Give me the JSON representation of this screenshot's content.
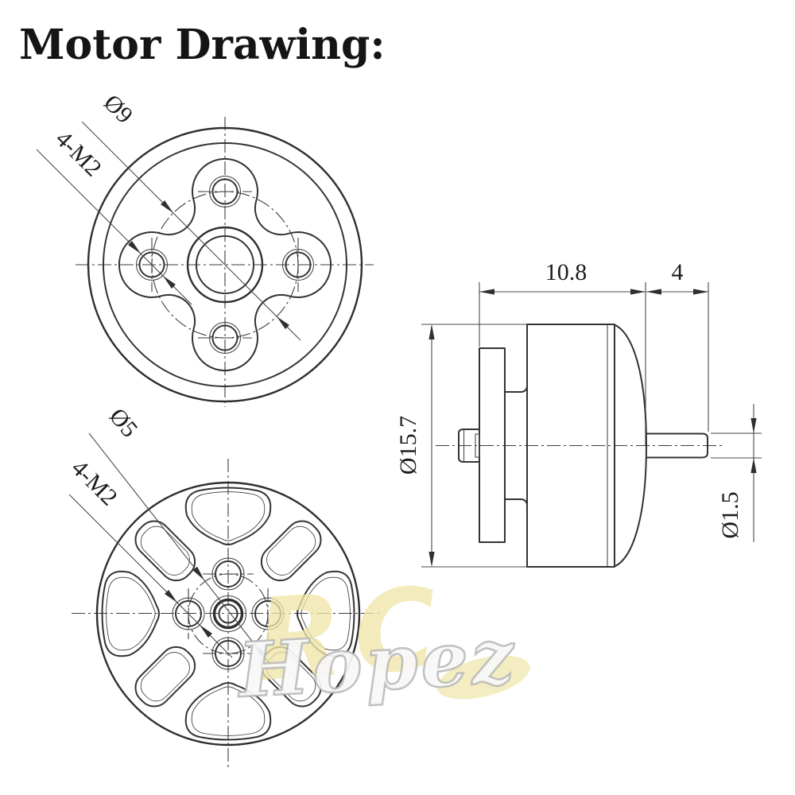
{
  "title": "Motor Drawing:",
  "front_view": {
    "description": "mount-face view with 4 lobed holes",
    "dia_label": "Ø9",
    "holes_label": "4-M2"
  },
  "bottom_view": {
    "description": "bell-face view with 8 spoke cutouts",
    "dia_label": "Ø5",
    "holes_label": "4-M2"
  },
  "side_view": {
    "body_length_label": "10.8",
    "shaft_length_label": "4",
    "body_dia_label": "Ø15.7",
    "shaft_dia_label": "Ø1.5"
  },
  "watermark": {
    "brand_prefix": "RC",
    "brand_name": "Hopez"
  },
  "colors": {
    "line_dark": "#2f2f2f",
    "line_light": "#4a4a4a",
    "watermark_yellow": "#f0e6a8",
    "watermark_white": "#ffffff",
    "background": "#ffffff"
  }
}
